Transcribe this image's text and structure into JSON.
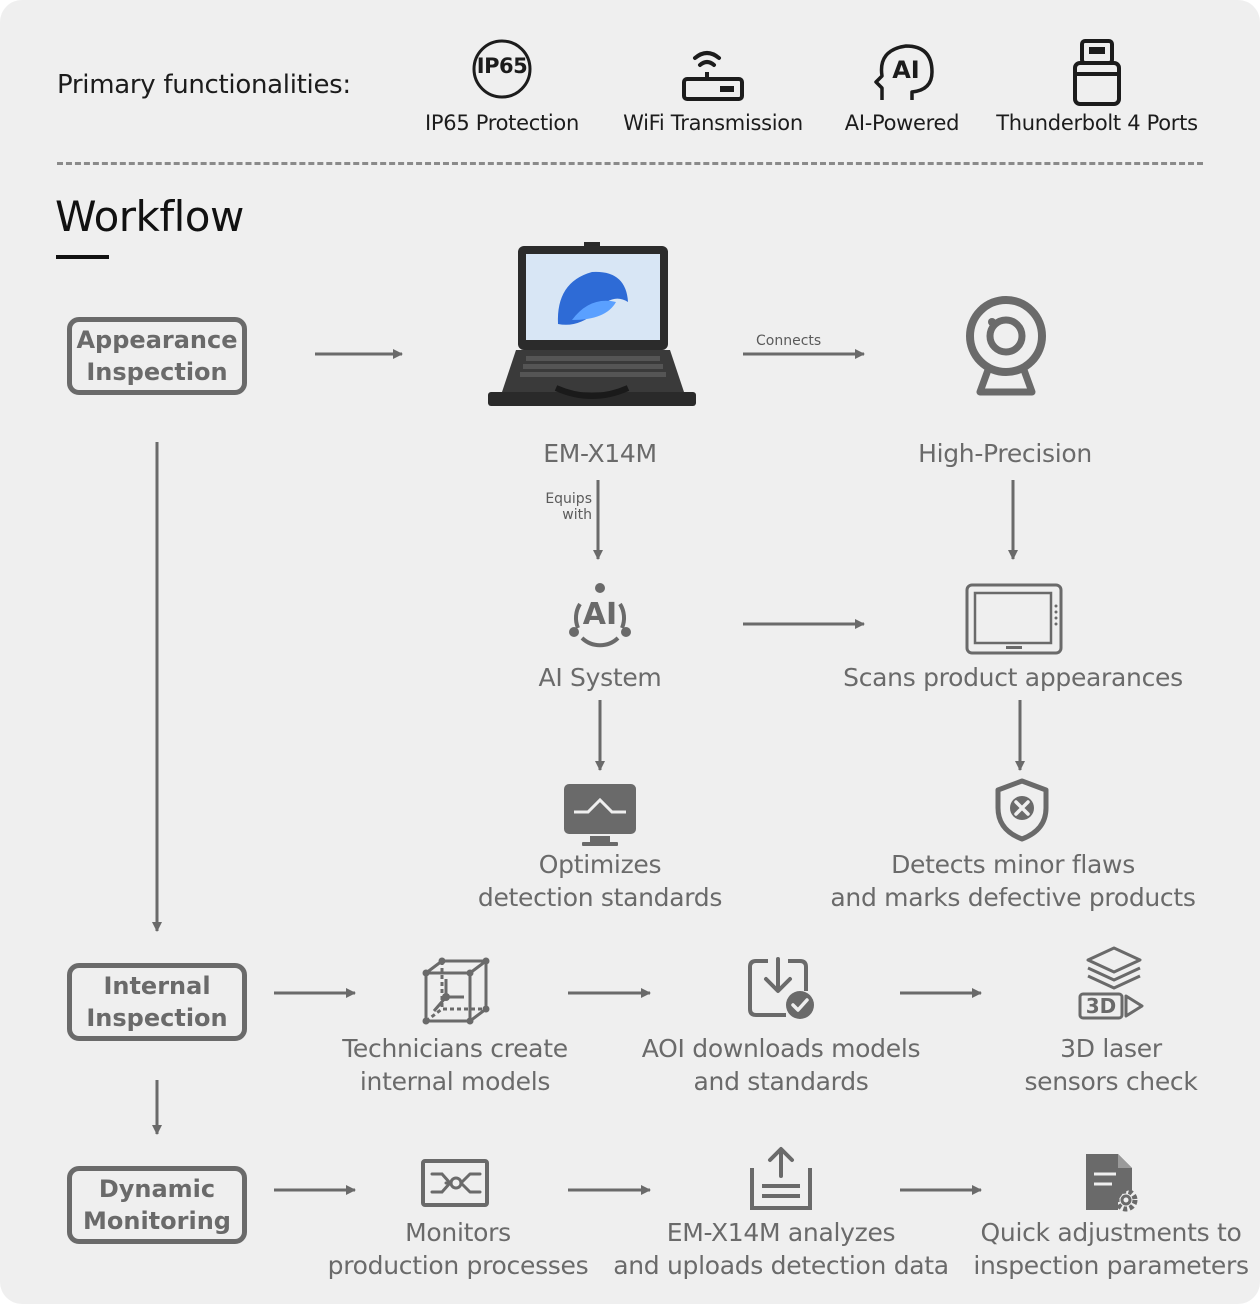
{
  "header": {
    "primary_label": "Primary functionalities:",
    "features": [
      {
        "icon": "ip65-badge-icon",
        "label": "IP65 Protection",
        "badge_text": "IP65"
      },
      {
        "icon": "wifi-router-icon",
        "label": "WiFi Transmission"
      },
      {
        "icon": "ai-head-icon",
        "label": "AI-Powered",
        "badge_text": "AI"
      },
      {
        "icon": "usb-drive-icon",
        "label": "Thunderbolt 4 Ports"
      }
    ]
  },
  "workflow": {
    "title": "Workflow",
    "stages": [
      {
        "label": "Appearance\nInspection"
      },
      {
        "label": "Internal\nInspection"
      },
      {
        "label": "Dynamic\nMonitoring"
      }
    ],
    "appearance": {
      "device_label": "EM-X14M",
      "connects_label": "Connects",
      "equips_label": "Equips\nwith",
      "camera_label": "High-Precision",
      "ai_label": "AI System",
      "ai_badge_text": "AI",
      "scan_label": "Scans product appearances",
      "optimize_label": "Optimizes\ndetection standards",
      "detect_label": "Detects minor flaws\nand marks defective products"
    },
    "internal": {
      "steps": [
        {
          "icon": "cube-model-icon",
          "label": "Technicians create\ninternal models"
        },
        {
          "icon": "download-check-icon",
          "label": "AOI downloads models\nand standards"
        },
        {
          "icon": "3d-layers-icon",
          "label": "3D laser\nsensors check",
          "badge_text": "3D"
        }
      ]
    },
    "dynamic": {
      "steps": [
        {
          "icon": "process-monitor-icon",
          "label": "Monitors\nproduction processes"
        },
        {
          "icon": "upload-tray-icon",
          "label": "EM-X14M analyzes\nand uploads detection data"
        },
        {
          "icon": "document-gear-icon",
          "label": "Quick adjustments to\ninspection parameters"
        }
      ]
    }
  },
  "colors": {
    "background": "#efefef",
    "icon_gray": "#6a6a6a",
    "text_gray": "#6a6a6a",
    "header_text": "#1c1c1c"
  }
}
